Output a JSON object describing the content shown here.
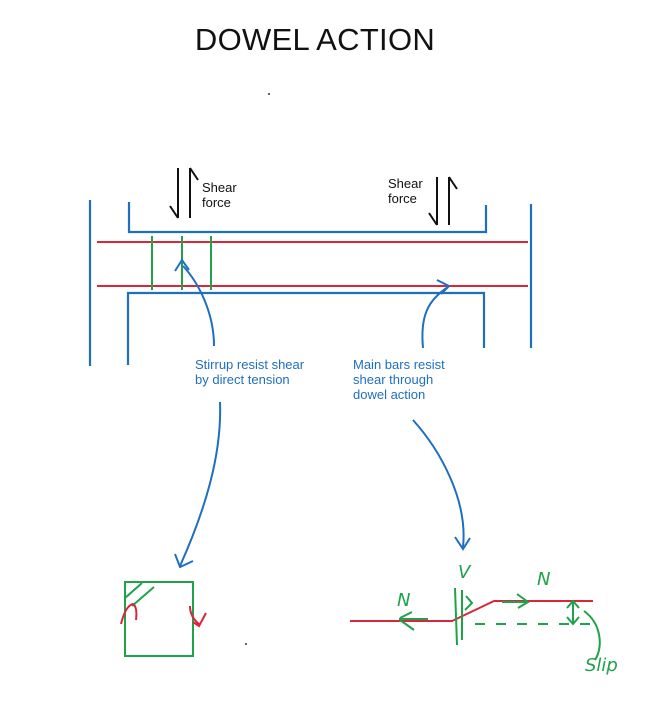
{
  "title": "DOWEL ACTION",
  "shear_left": [
    "Shear",
    "force"
  ],
  "shear_right": [
    "Shear",
    "force"
  ],
  "stirrup_note": [
    "Stirrup resist shear",
    "by direct tension"
  ],
  "mainbar_note": [
    "Main bars resist",
    "shear through",
    "dowel action"
  ],
  "symbols": {
    "n_left": "N",
    "v": "V",
    "n_right": "N",
    "slip": "Slip"
  },
  "colors": {
    "concrete": "#1f6fbf",
    "bars": "#d9263a",
    "stirrups": "#1fa24a",
    "text": "#111111",
    "note": "#1f6fbf"
  }
}
